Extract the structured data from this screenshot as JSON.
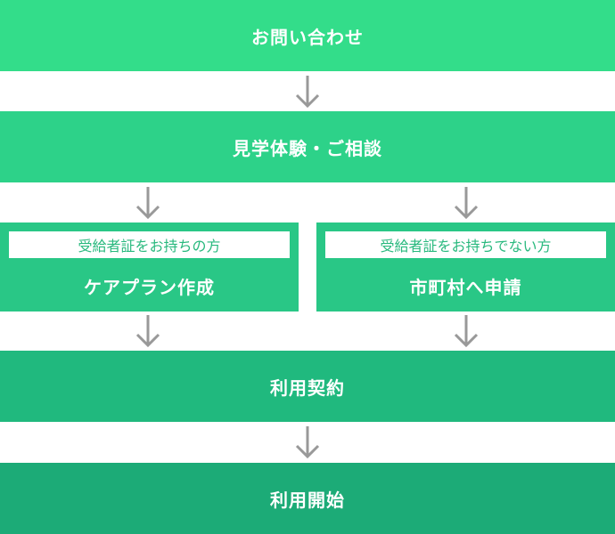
{
  "colors": {
    "step1": "#33dd8a",
    "step2": "#2dd289",
    "split": "#29c786",
    "step4": "#20b97e",
    "step5": "#1cab77",
    "arrow": "#999999",
    "label_text": "#29b97e"
  },
  "flow": {
    "step1": {
      "label": "お問い合わせ"
    },
    "step2": {
      "label": "見学体験・ご相談"
    },
    "branch_left": {
      "condition": "受給者証をお持ちの方",
      "label": "ケアプラン作成"
    },
    "branch_right": {
      "condition": "受給者証をお持ちでない方",
      "label": "市町村へ申請"
    },
    "step4": {
      "label": "利用契約"
    },
    "step5": {
      "label": "利用開始"
    }
  },
  "icons": {
    "arrow": "arrow-down-icon"
  }
}
